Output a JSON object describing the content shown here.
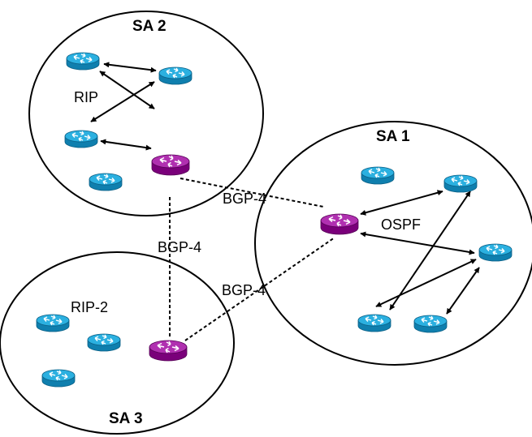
{
  "colors": {
    "edge_router": "#990099",
    "internal_router": "#1a9fd0",
    "line": "#000000"
  },
  "icons": {
    "internal_router": "router-icon",
    "edge_router": "border-router-icon"
  },
  "areas": {
    "sa1": {
      "title": "SA 1",
      "protocol": "OSPF"
    },
    "sa2": {
      "title": "SA 2",
      "protocol": "RIP"
    },
    "sa3": {
      "title": "SA 3",
      "protocol": "RIP-2"
    }
  },
  "links": {
    "sa2_sa1": "BGP-4",
    "sa2_sa3": "BGP-4",
    "sa3_sa1": "BGP-4"
  }
}
